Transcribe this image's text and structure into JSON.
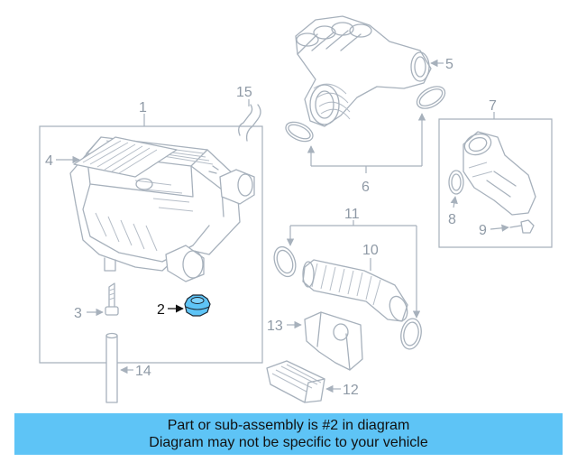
{
  "callouts": {
    "c1": "1",
    "c2": "2",
    "c3": "3",
    "c4": "4",
    "c5": "5",
    "c6": "6",
    "c7": "7",
    "c8": "8",
    "c9": "9",
    "c10": "10",
    "c11": "11",
    "c12": "12",
    "c13": "13",
    "c14": "14",
    "c15": "15"
  },
  "highlight_color": "#5ec4f6",
  "banner": {
    "line1": "Part or sub-assembly is #2 in diagram",
    "line2": "Diagram may not be specific to your vehicle"
  }
}
